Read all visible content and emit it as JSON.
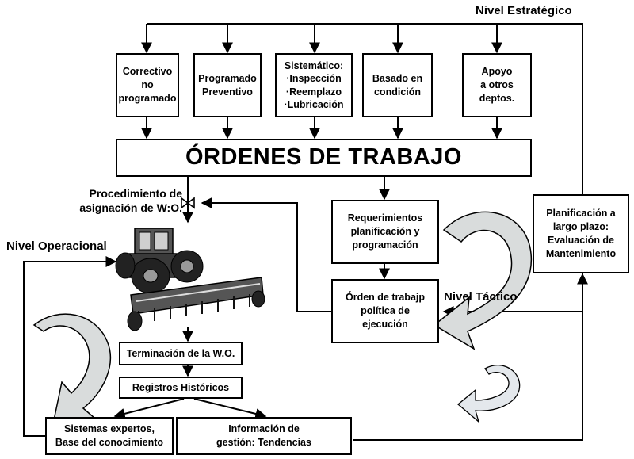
{
  "labels": {
    "nivel_estrategico": "Nivel Estratégico",
    "nivel_operacional": "Nivel Operacional",
    "nivel_tactico": "Nivel Táctico",
    "procedimiento": "Procedimiento de\nasignación de W:O."
  },
  "boxes": {
    "correctivo": "Correctivo\nno\nprogramado",
    "programado": "Programado\nPreventivo",
    "sistematico": "Sistemático:\n·Inspección\n·Reemplazo\n·Lubricación",
    "basado": "Basado en\ncondición",
    "apoyo": "Apoyo\na otros\ndeptos.",
    "ordenes": "ÓRDENES DE TRABAJO",
    "requerimientos": "Requerimientos\nplanificación y\nprogramación",
    "orden_politica": "Órden de trabajp\npolítica de\nejecución",
    "planificacion": "Planificación a\nlargo plazo:\nEvaluación de\nMantenimiento",
    "terminacion": "Terminación  de la W.O.",
    "registros": "Registros Históricos",
    "sistemas": "Sistemas expertos,\nBase del conocimiento",
    "informacion": "Información de\ngestión: Tendencias"
  },
  "colors": {
    "line": "#000000",
    "curved_arrow": "#d9dcdc",
    "curved_arrow_dark": "#b8bdbd"
  },
  "icons": {
    "machine": "tractor-seeder-illustration",
    "valve": "valve-symbol"
  }
}
